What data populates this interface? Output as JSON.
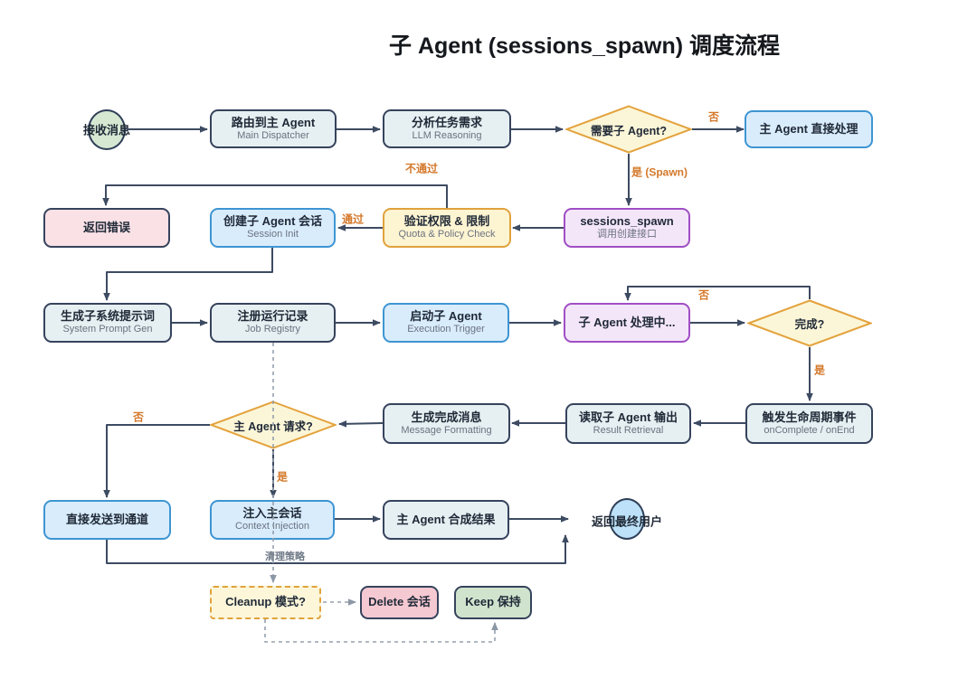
{
  "title": "子 Agent (sessions_spawn) 调度流程",
  "nodes": {
    "start": {
      "label": "接收消息"
    },
    "route": {
      "title": "路由到主 Agent",
      "subtitle": "Main Dispatcher"
    },
    "analyze": {
      "title": "分析任务需求",
      "subtitle": "LLM Reasoning"
    },
    "need_sub": {
      "label": "需要子 Agent?"
    },
    "direct": {
      "label": "主 Agent 直接处理"
    },
    "spawn": {
      "title": "sessions_spawn",
      "subtitle": "调用创建接口"
    },
    "quota": {
      "title": "验证权限 & 限制",
      "subtitle": "Quota & Policy Check"
    },
    "session_init": {
      "title": "创建子 Agent 会话",
      "subtitle": "Session Init"
    },
    "error": {
      "label": "返回错误"
    },
    "prompt_gen": {
      "title": "生成子系统提示词",
      "subtitle": "System Prompt Gen"
    },
    "job_registry": {
      "title": "注册运行记录",
      "subtitle": "Job Registry"
    },
    "exec_trigger": {
      "title": "启动子 Agent",
      "subtitle": "Execution Trigger"
    },
    "processing": {
      "label": "子 Agent 处理中..."
    },
    "done": {
      "label": "完成?"
    },
    "lifecycle": {
      "title": "触发生命周期事件",
      "subtitle": "onComplete / onEnd"
    },
    "result": {
      "title": "读取子 Agent 输出",
      "subtitle": "Result Retrieval"
    },
    "format": {
      "title": "生成完成消息",
      "subtitle": "Message Formatting"
    },
    "main_req": {
      "label": "主 Agent 请求?"
    },
    "channel": {
      "label": "直接发送到通道"
    },
    "inject": {
      "title": "注入主会话",
      "subtitle": "Context Injection"
    },
    "synthesize": {
      "label": "主 Agent 合成结果"
    },
    "end_user": {
      "label": "返回最终用户"
    },
    "cleanup": {
      "label": "Cleanup 模式?"
    },
    "delete": {
      "label": "Delete 会话"
    },
    "keep": {
      "label": "Keep 保持"
    }
  },
  "edges": {
    "no_need": "否",
    "yes_spawn": "是 (Spawn)",
    "pass": "通过",
    "fail": "不通过",
    "not_done": "否",
    "done_yes": "是",
    "no_main_req": "否",
    "yes_main_req": "是",
    "cleanup_policy": "清理策略"
  },
  "colors": {
    "arrow": "#3d4b62",
    "dashed_arrow": "#95a0ad",
    "edge_label_orange": "#d4782a",
    "node_default_fill": "#e6eff2",
    "node_default_border": "#36435c",
    "node_blue_fill": "#d9ecfc",
    "node_blue_border": "#3e95d2",
    "node_yellow_fill": "#fdf4d2",
    "node_yellow_border": "#e0a23c",
    "node_purple_fill": "#f4e6f9",
    "node_purple_border": "#a04ec4",
    "node_pink_fill": "#f9e1e6",
    "node_red_fill": "#f5c9d2",
    "node_green_fill": "#d0e3cd",
    "start_circle_fill": "#d6e8d2",
    "end_circle_fill": "#bce1f8"
  }
}
